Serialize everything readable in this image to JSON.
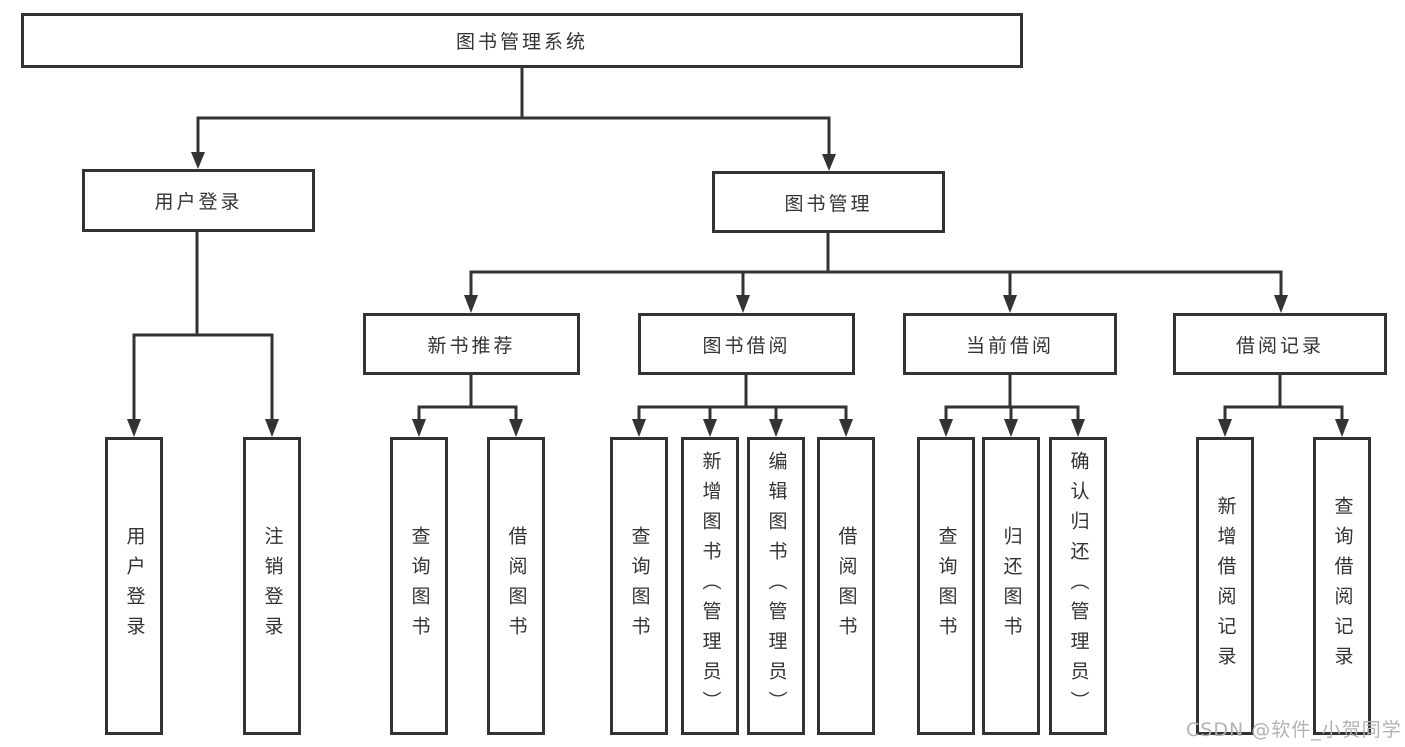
{
  "diagram": {
    "root": {
      "label": "图书管理系统"
    },
    "user_branch": {
      "label": "用户登录",
      "children": [
        "用户登录",
        "注销登录"
      ]
    },
    "book_branch": {
      "label": "图书管理",
      "groups": [
        {
          "label": "新书推荐",
          "children": [
            "查询图书",
            "借阅图书"
          ]
        },
        {
          "label": "图书借阅",
          "children": [
            "查询图书",
            "新增图书（管理员）",
            "编辑图书（管理员）",
            "借阅图书"
          ]
        },
        {
          "label": "当前借阅",
          "children": [
            "查询图书",
            "归还图书",
            "确认归还（管理员）"
          ]
        },
        {
          "label": "借阅记录",
          "children": [
            "新增借阅记录",
            "查询借阅记录"
          ]
        }
      ]
    }
  },
  "watermark": {
    "text": "CSDN @软件_小贺同学"
  },
  "colors": {
    "line": "#333333",
    "text": "#333333",
    "background": "#ffffff",
    "watermark": "#b3b3b3"
  }
}
